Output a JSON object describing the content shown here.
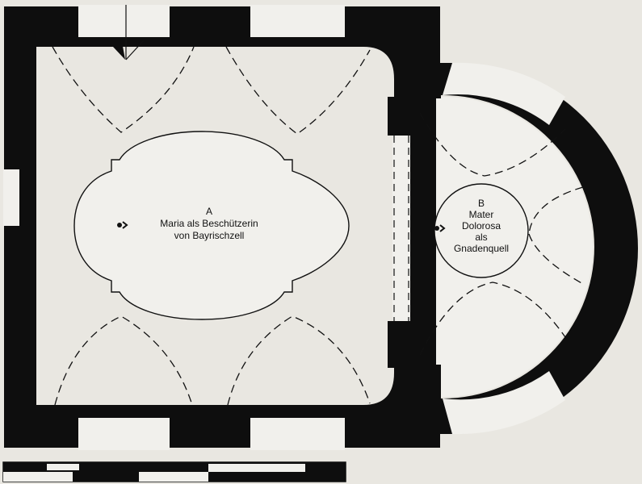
{
  "colors": {
    "paper": "#e9e7e1",
    "floor": "#f1f0ec",
    "wall": "#0e0e0e",
    "line": "#111111"
  },
  "icons": {
    "view-marker": "eye-arrow-icon"
  },
  "room_a": {
    "letter": "A",
    "line1": "Maria als Beschützerin",
    "line2": "von Bayrischzell"
  },
  "room_b": {
    "letter": "B",
    "line1": "Mater",
    "line2": "Dolorosa",
    "line3": "als",
    "line4": "Gnadenquell"
  }
}
